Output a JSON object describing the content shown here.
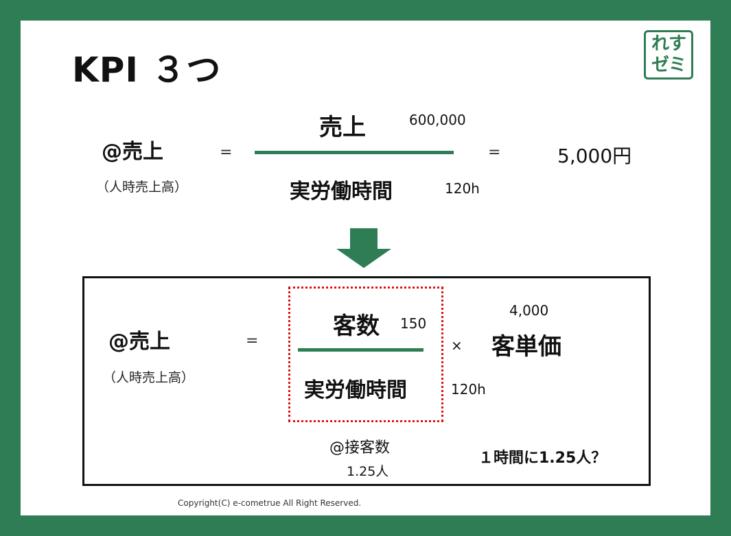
{
  "title": "KPI ３つ",
  "logo": {
    "line1": "れす",
    "line2": "ゼミ"
  },
  "formula1": {
    "lhs": "@売上",
    "lhs_sub": "（人時売上高）",
    "equals": "=",
    "numerator": "売上",
    "numerator_value": "600,000",
    "denominator": "実労働時間",
    "denominator_value": "120h",
    "equals2": "=",
    "result": "5,000円"
  },
  "formula2": {
    "lhs": "@売上",
    "lhs_sub": "（人時売上高）",
    "equals": "=",
    "numerator": "客数",
    "numerator_value": "150",
    "denominator": "実労働時間",
    "denominator_value": "120h",
    "times": "×",
    "factor": "客単価",
    "factor_value": "4,000",
    "note_label": "@接客数",
    "note_value": "1.25人",
    "question": "１時間に1.25人？"
  },
  "copyright": "Copyright(C) e-cometrue All Right Reserved.",
  "colors": {
    "frame": "#2e7d54",
    "accent": "#2e7d54",
    "dotted": "#dd1111"
  }
}
